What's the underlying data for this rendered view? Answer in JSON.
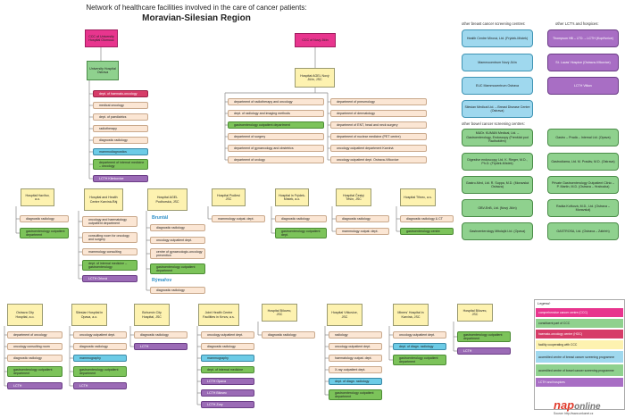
{
  "title": "Network of healthcare facilities involved in the care of cancer patients:",
  "region": "Moravian-Silesian Region",
  "ccc_olomouc": "CCC of University Hospital Olomouc",
  "ccc_novy_jicin": "CCC of Nový Jičín",
  "uh_ostrava": {
    "header": "University Hospital Ostrava",
    "items": [
      "dept. of haemato-oncology",
      "medical oncology",
      "dept. of paediatrics",
      "radiotherapy",
      "diagnostic radiology",
      "mammodiagnostics",
      "department of internal medicine – oncology",
      "LCTH Klimkovice"
    ]
  },
  "nj_hospital": {
    "header": "Hospital AGEL Nový Jičín, JSC",
    "col1": [
      "department of radiotherapy and oncology",
      "dept. of radiology and imaging methods",
      "gastroenterology outpatient department",
      "department of surgery",
      "department of gynaecology and obstetrics",
      "department of urology"
    ],
    "col2": [
      "department of pneumology",
      "department of dermatology",
      "department of ENT, head and neck surgery",
      "department of nuclear medicine (PET centre)",
      "oncology outpatient department Karviná",
      "oncology outpatient dept. Ostrava-Vítkovice"
    ]
  },
  "screening": {
    "breast_title": "other breast cancer screening centres:",
    "breast": [
      "Health Centre Mírová, Ltd. (Frýdek-Místek)",
      "Mammocentrum Nový Jičín",
      "EUC Mammocentrum Ostrava",
      "Silesian Medical Ltd. – Breast Disease Centre (Ostrava)"
    ],
    "lcth_title": "other LCT's and hospices:",
    "lcth": [
      "Thompson HB – LTD. – LCTH (Kopřivnice)",
      "St. Lucas' Hospice (Ostrava-Vítkovice)",
      "LCTH Vitkov"
    ],
    "bowel_title": "other bowel cancer screening centres:",
    "bowel_left": [
      "MUDr. KUMAN Medical, Ltd. – Gastroenterology, Endoscopy (Frenštát pod Radhoštěm)",
      "Digestive endoscopy, Ltd. K. Rieger, M.D., Ph.D. (Frýdek-Místek)",
      "Gastro-Med, Ltd. R. Suppa, M.D. (Moravská Ostrava)",
      "OBV-EnB, Ltd. (Nový Jičín)",
      "Gastroenterology Mitolajík Ltd. (Opava)"
    ],
    "bowel_right": [
      "Gastro – Pradá – Internal Ltd. (Opava)",
      "Gastrodiama, Ltd. M. Pradáv, M.D. (Ostrava)",
      "Private Gastroenterology Outpatient Clinic – P. Martin, M.D. (Ostrava – Hrabuvka)",
      "Radka Kořková, M.D., Ltd. (Ostrava – Moravská)",
      "GASTROSA, Ltd. (Ostrava – Zábřeh)"
    ]
  },
  "row2": {
    "havirov": {
      "header": "Hospital Havířov, a.o.",
      "items": [
        "diagnostic radiology",
        "gastroenterology outpatient department"
      ]
    },
    "karvina": {
      "header": "Hospital and Health Centre Karviná-Ráj",
      "items": [
        "oncology and haematology outpatient department",
        "consulting room for oncology and surgery",
        "mammology consulting",
        "dept. of internal medicine – gastroenterology",
        "LCTH Orlová"
      ]
    },
    "podhorska": {
      "header": "Hospital AGEL Podhorská, JSC",
      "sub1": "Bruntál",
      "items1": [
        "diagnostic radiology",
        "oncology outpatient dept.",
        "centre of gynaecologic-oncology prevention",
        "gastroenterology outpatient department"
      ],
      "sub2": "Rýmařov",
      "items2": [
        "diagnostic radiology"
      ]
    },
    "podlesi": {
      "header": "Hospital Podlesí JSC",
      "items": [
        "mammology outpat. dept."
      ]
    },
    "frydek": {
      "header": "Hospital in Frýdek-Místek, a.o.",
      "items": [
        "diagnostic radiology",
        "gastroenterology outpatient dept."
      ]
    },
    "cesky": {
      "header": "Hospital Český Těšín, JSC",
      "items": [
        "diagnostic radiology",
        "mammology outpat. dept."
      ]
    },
    "trinec": {
      "header": "Hospital Třinec, a.s.",
      "items": [
        "diagnostic radiology & CT",
        "gastroenterology centre"
      ]
    }
  },
  "row3": {
    "ostrava_city": {
      "header": "Ostrava City Hospital, a.o.",
      "items": [
        "department of oncology",
        "oncology consulting room",
        "diagnostic radiology",
        "gastroenterology outpatient department",
        "LCTH"
      ]
    },
    "opava": {
      "header": "Silesian Hospital in Opava, a.o.",
      "items": [
        "oncology outpatient dept.",
        "diagnostic radiology",
        "mammography",
        "gastroenterology outpatient department",
        "LCTH"
      ]
    },
    "bohumin": {
      "header": "Bohumín City Hospital, JSC",
      "items": [
        "diagnostic radiology",
        "LCTH"
      ]
    },
    "krnov": {
      "header": "Joint Health Centre Facilities in Krnov, a.s.",
      "items": [
        "oncology outpatient dept.",
        "diagnostic radiology",
        "mammography",
        "dept. of internal medicine",
        "LCTH Opava",
        "LCTH Bilovec",
        "LCTH Zory"
      ]
    },
    "bilovec": {
      "header": "Hospital Bílovec, JSC",
      "items": [
        "diagnostic radiology"
      ]
    },
    "vitkovice": {
      "header": "Hospital Vítkovice, JSC",
      "items": [
        "radiology",
        "oncology outpatient dept.",
        "haematology outpat. dept.",
        "X-ray outpatient dept.",
        "dept. of diagn. radiology",
        "gastroenterology outpatient department"
      ]
    },
    "karvina_miners": {
      "header": "Miners' Hospital in Karviná, JSC",
      "items": [
        "oncology outpatient dept.",
        "dept. of diagn. radiology",
        "gastroenterology outpatient department"
      ]
    },
    "bilovec2": {
      "header": "Hospital Bílovec, JSC",
      "items": [
        "gastroenterology outpatient department",
        "LCTH"
      ]
    }
  },
  "legend": {
    "title": "Legend:",
    "rows": [
      "comprehensive cancer centre (CCC)",
      "constituent part of CCC",
      "haemato-oncology centre (HOC)",
      "facility cooperating with CCC",
      "accredited centre of breast cancer screening programme",
      "accredited centre of bowel cancer screening programme",
      "LCTH and hospices"
    ]
  },
  "logo": {
    "brand": "nap",
    "brand2": "online",
    "source": "Source: http://www.onkonet.cz"
  },
  "colors": {
    "header": "#fdf2b0",
    "item": "#fbe6d4",
    "gastro": "#7cc35a",
    "lcth": "#9b6bb6",
    "mammo": "#6ccbe6",
    "ccc": "#e8358e",
    "hoc": "#d63c68"
  }
}
